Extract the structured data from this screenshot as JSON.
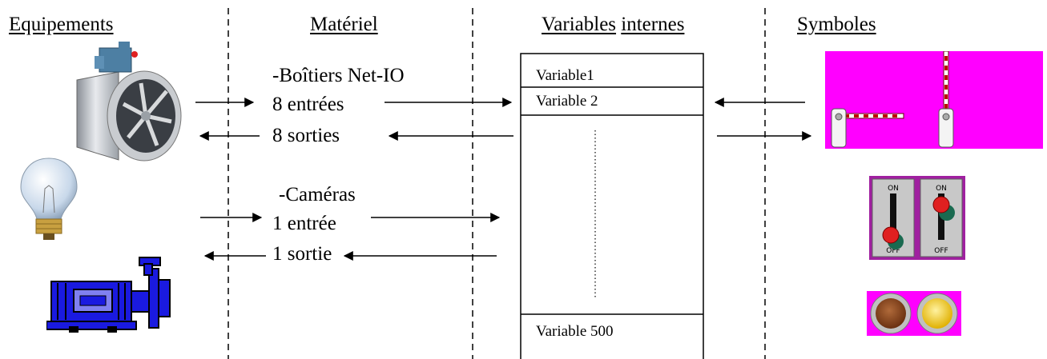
{
  "columns": {
    "equipements": "Equipements",
    "materiel": "Matériel",
    "variables_word1": "Variables",
    "variables_word2": "internes",
    "symboles": "Symboles"
  },
  "materiel": {
    "netio_title": "-Boîtiers Net-IO",
    "netio_in": "8 entrées",
    "netio_out": "8 sorties",
    "cam_title": "-Caméras",
    "cam_in": "1 entrée",
    "cam_out": "1 sortie"
  },
  "variables": {
    "v1": "Variable1",
    "v2": "Variable 2",
    "vlast": "Variable 500"
  },
  "switches": {
    "on": "ON",
    "off": "OFF"
  },
  "colors": {
    "magenta": "#ff00ff",
    "switch_purple": "#a020a0",
    "pump_blue": "#1a1ae0",
    "lamp_brown": "#8b4513",
    "lamp_yellow": "#ffd700"
  },
  "icons": [
    "fan-icon",
    "light-bulb-icon",
    "pump-icon",
    "barrier-icon",
    "toggle-switch-icon",
    "indicator-lamp-icon"
  ]
}
